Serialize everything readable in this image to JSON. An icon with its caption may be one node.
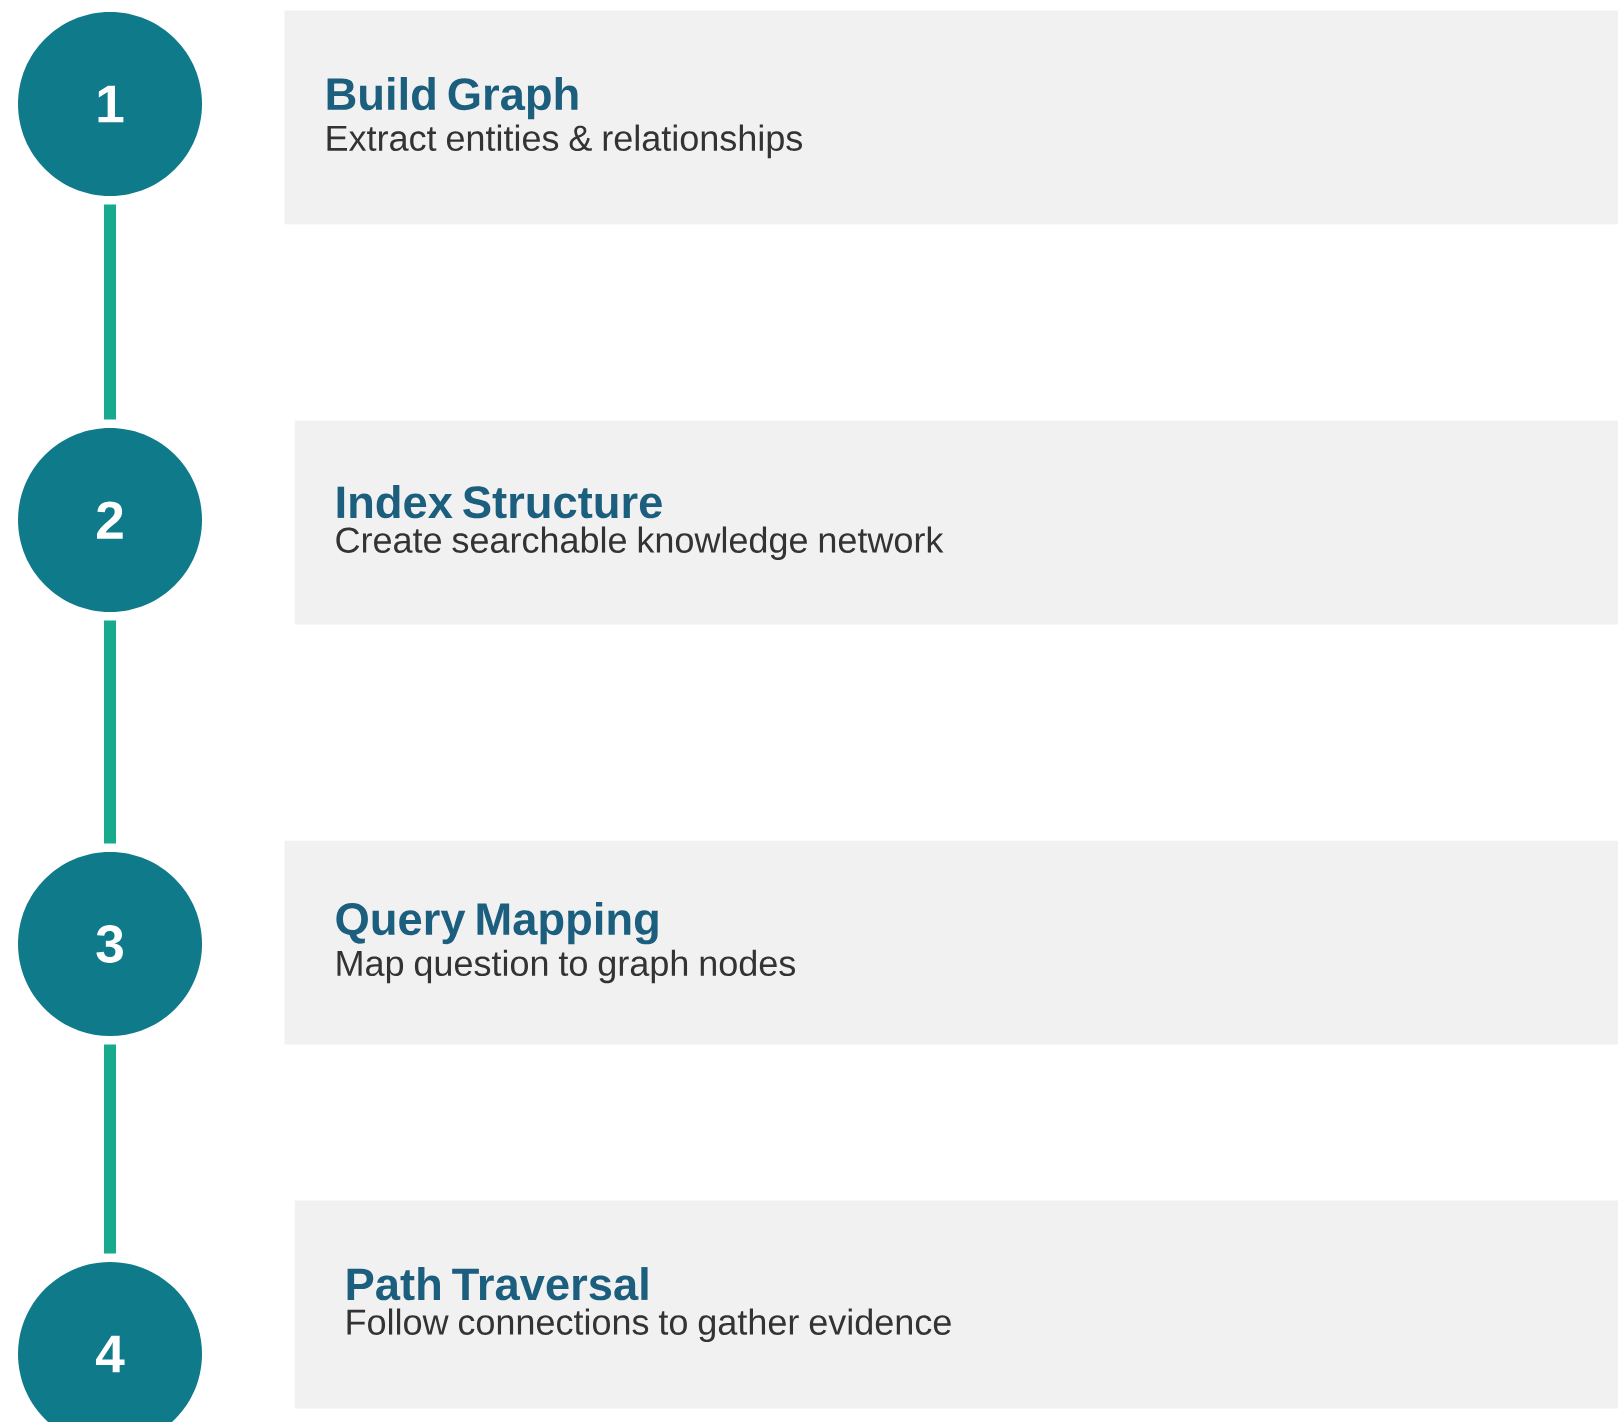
{
  "diagram": {
    "nodes": [
      {
        "text": [
          "1"
        ]
      },
      {
        "text": [
          "Build Graph",
          "Extract entities & relationships"
        ]
      },
      {
        "text": [
          "2"
        ]
      },
      {
        "text": [
          "Index Structure",
          "Create searchable knowledge network"
        ]
      },
      {
        "text": [
          "3"
        ]
      },
      {
        "text": [
          "Query Mapping",
          "Map question to graph nodes"
        ]
      },
      {
        "text": [
          "4"
        ]
      },
      {
        "text": [
          "Path Traversal",
          "Follow connections to gather evidence"
        ]
      }
    ],
    "edges": [
      {
        "from": 0,
        "to": 2,
        "arrow": "none"
      },
      {
        "from": 2,
        "to": 4,
        "arrow": "none"
      },
      {
        "from": 4,
        "to": 6,
        "arrow": "none"
      }
    ]
  }
}
